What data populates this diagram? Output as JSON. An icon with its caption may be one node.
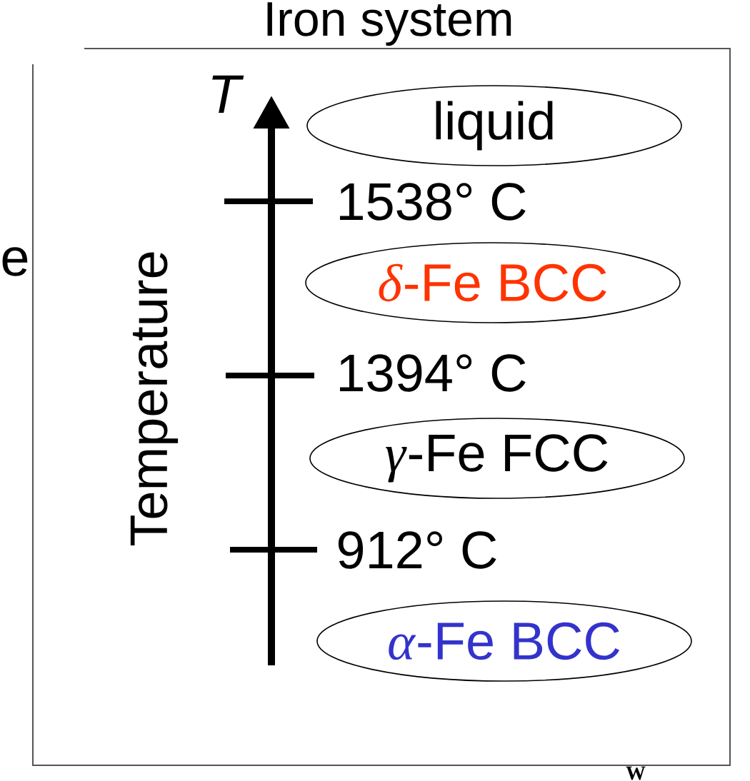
{
  "diagram": {
    "title": "Iron system",
    "nodes": [
      {
        "text": [
          "liquid"
        ]
      },
      {
        "text": [
          "*δ*-Fe BCC"
        ]
      },
      {
        "text": [
          "*γ*-Fe FCC"
        ]
      },
      {
        "text": [
          "*α*-Fe BCC"
        ]
      }
    ],
    "labels": [
      "T",
      "1538° C",
      "e",
      "Temperature",
      "1394° C",
      "912° C",
      "W"
    ]
  }
}
